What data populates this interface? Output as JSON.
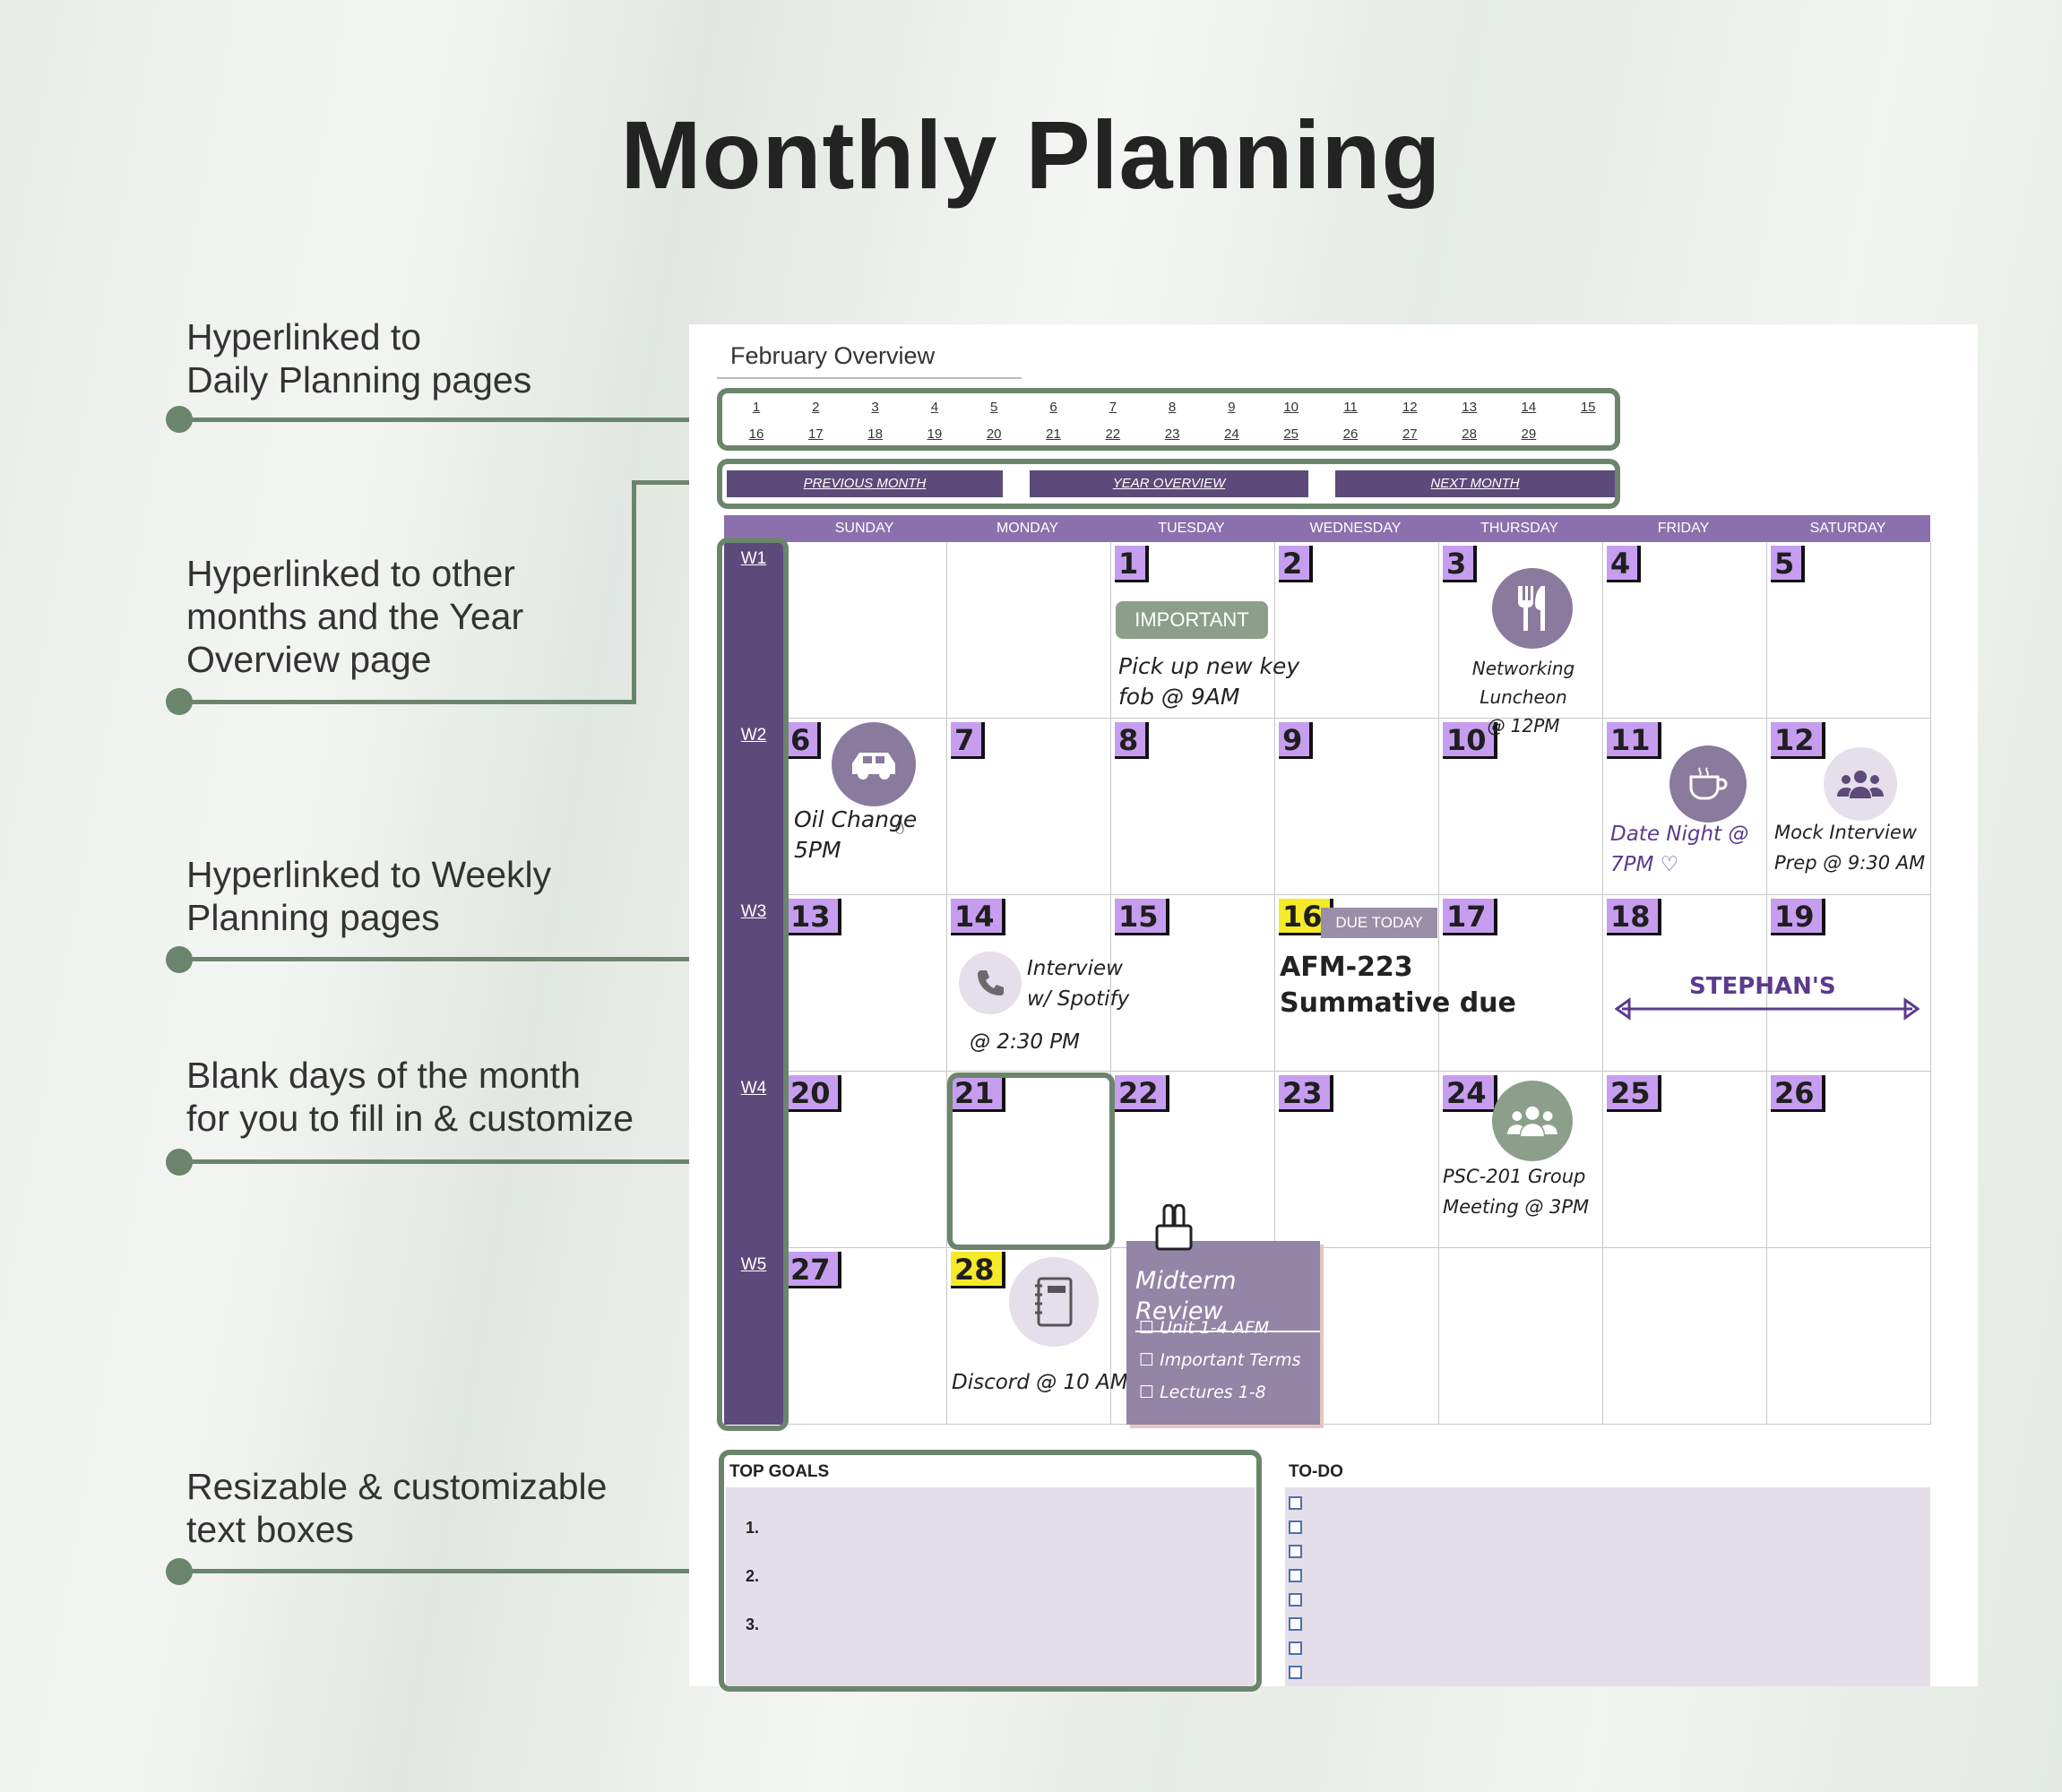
{
  "title": "Monthly Planning",
  "callouts": [
    {
      "lines": [
        "Hyperlinked to",
        "Daily Planning pages"
      ]
    },
    {
      "lines": [
        "Hyperlinked to other",
        "months and the Year",
        "Overview page"
      ]
    },
    {
      "lines": [
        "Hyperlinked to Weekly",
        "Planning pages"
      ]
    },
    {
      "lines": [
        "Blank days of the month",
        "for you to fill in & customize"
      ]
    },
    {
      "lines": [
        "Resizable & customizable",
        "text boxes"
      ]
    }
  ],
  "planner": {
    "month_title": "February Overview",
    "day_links": [
      "1",
      "2",
      "3",
      "4",
      "5",
      "6",
      "7",
      "8",
      "9",
      "10",
      "11",
      "12",
      "13",
      "14",
      "15",
      "16",
      "17",
      "18",
      "19",
      "20",
      "21",
      "22",
      "23",
      "24",
      "25",
      "26",
      "27",
      "28",
      "29"
    ],
    "nav": {
      "previous": "PREVIOUS MONTH",
      "year": "YEAR OVERVIEW",
      "next": "NEXT MONTH"
    },
    "weekdays": [
      "SUNDAY",
      "MONDAY",
      "TUESDAY",
      "WEDNESDAY",
      "THURSDAY",
      "FRIDAY",
      "SATURDAY"
    ],
    "weeks": [
      "W1",
      "W2",
      "W3",
      "W4",
      "W5"
    ],
    "days": [
      [
        "",
        "",
        "1",
        "2",
        "3",
        "4",
        "5"
      ],
      [
        "6",
        "7",
        "8",
        "9",
        "10",
        "11",
        "12"
      ],
      [
        "13",
        "14",
        "15",
        "16",
        "17",
        "18",
        "19"
      ],
      [
        "20",
        "21",
        "22",
        "23",
        "24",
        "25",
        "26"
      ],
      [
        "27",
        "28",
        "",
        "",
        "",
        "",
        ""
      ]
    ],
    "events": {
      "important_tag": "IMPORTANT",
      "d1_note": [
        "Pick up new key",
        "fob @ 9AM"
      ],
      "d3_note": [
        "Networking Luncheon",
        "@ 12PM"
      ],
      "d6_note": [
        "Oil Change",
        "5PM"
      ],
      "d11_note": [
        "Date Night @",
        "7PM ♡"
      ],
      "d12_note": [
        "Mock Interview",
        "Prep @ 9:30 AM"
      ],
      "d14_note": [
        "Interview",
        "w/ Spotify",
        "@ 2:30 PM"
      ],
      "due_tag": "DUE TODAY",
      "d16_note": [
        "AFM-223",
        "Summative due"
      ],
      "d18_note": "STEPHAN'S",
      "d24_note": [
        "PSC-201 Group",
        "Meeting @ 3PM"
      ],
      "d28_note": "Discord @ 10 AM",
      "sticky_title": "Midterm Review",
      "sticky_items": [
        "Unit 1-4 AFM",
        "Important Terms",
        "Lectures 1-8"
      ]
    },
    "top_goals": {
      "heading": "TOP GOALS",
      "items": [
        "1.",
        "2.",
        "3."
      ]
    },
    "todo": {
      "heading": "TO-DO",
      "count": 8
    }
  },
  "colors": {
    "accent_purple": "#5c4a7a",
    "header_purple": "#8c70ad",
    "highlight_green": "#6b856c",
    "day_highlight": "#c79df0",
    "due_yellow": "#f5ea2a"
  }
}
